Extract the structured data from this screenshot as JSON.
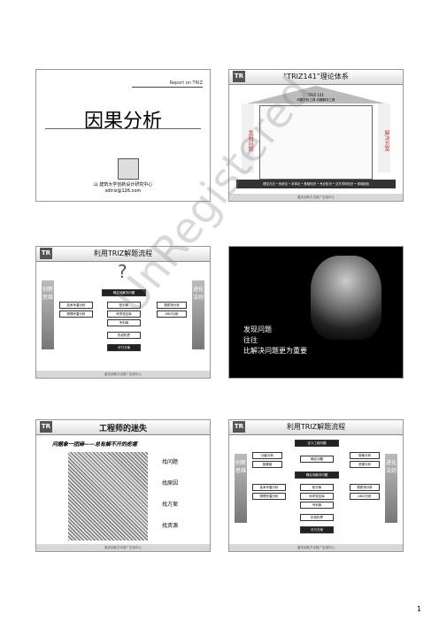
{
  "slide1": {
    "report": "Report on TRIZ",
    "title": "因果分析",
    "org": "山  建筑大学创新设计研究中心",
    "email": "sdtriz@126.com"
  },
  "slide2": {
    "title": "“TRIZ141”理论体系",
    "left_label": "发明问题",
    "right_label": "解决方案",
    "bar": "理论方法 • 系统论 • 本体论 • 基础知识 • 专业知识 • 交叉学科知识 • 领域经验",
    "roof1": "TRIZ 141",
    "roof2": "问题分析工具  问题解决工具",
    "footer": "重庆创新方法推广应用中心"
  },
  "slide3": {
    "title": "利用TRIZ解题流程",
    "left_label": "创新思维",
    "right_label": "进化法则",
    "boxes": [
      "确定待解决问题",
      "技术矛盾分析",
      "物理矛盾分析",
      "物质场分析",
      "ARIZ分析",
      "知识库",
      "科学效应库",
      "专利库",
      "形成构思",
      "可行方案"
    ],
    "footer": "重庆创新方法推广应用中心"
  },
  "slide4": {
    "lines": [
      "发现问题",
      "往往",
      "比解决问题更为重要"
    ]
  },
  "slide5": {
    "title": "工程师的迷失",
    "subtitle": "问题象一团麻——总有解不开的疙瘩",
    "steps": [
      "找问题",
      "找原因",
      "找方案",
      "找资源"
    ],
    "footer": "重庆创新方法推广应用中心"
  },
  "slide6": {
    "title": "利用TRIZ解题流程",
    "left_label": "创新思维",
    "right_label": "进化法则",
    "boxes": [
      "定义工程问题",
      "功能分析",
      "因果链",
      "确定问题",
      "剪裁分析",
      "资源分析",
      "确定待解决问题",
      "技术矛盾分析",
      "物理矛盾分析",
      "知识库",
      "科学效应库",
      "专利库",
      "物质场分析",
      "ARIZ分析",
      "形成构思",
      "可行方案"
    ],
    "footer": "重庆创新方法推广应用中心"
  },
  "watermark": "UnRegistered",
  "page_number": "1"
}
